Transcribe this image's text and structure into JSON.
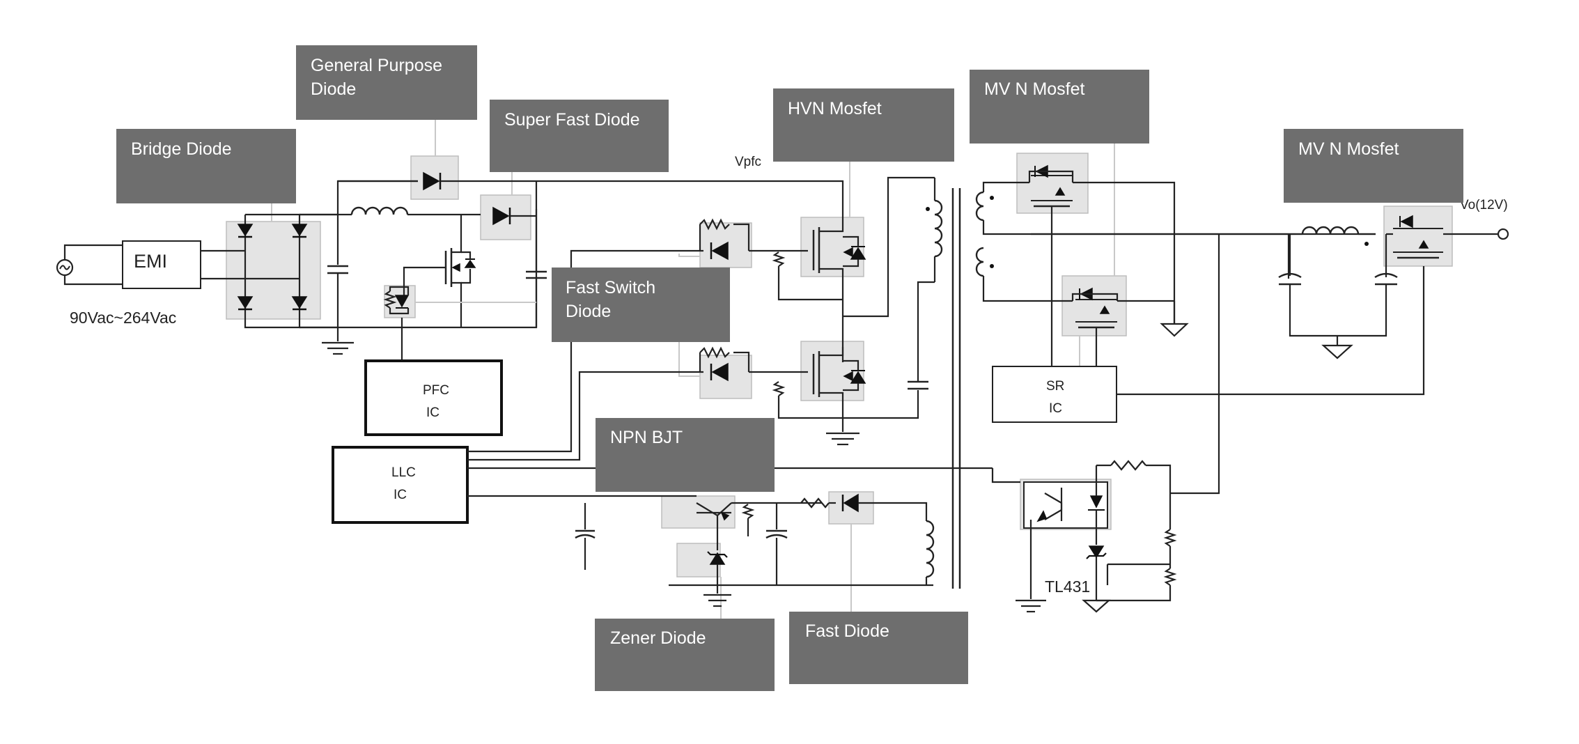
{
  "labels": {
    "general_purpose_diode_line1": "General Purpose",
    "general_purpose_diode_line2": "Diode",
    "super_fast_diode": "Super Fast Diode",
    "bridge_diode": "Bridge Diode",
    "hvn_mosfet": "HVN Mosfet",
    "mv_n_mosfet_top": "MV N Mosfet",
    "mv_n_mosfet_right": "MV N Mosfet",
    "fast_switch_diode_line1": "Fast Switch",
    "fast_switch_diode_line2": "Diode",
    "npn_bjt": "NPN BJT",
    "zener_diode": "Zener Diode",
    "fast_diode": "Fast Diode"
  },
  "blocks": {
    "emi": "EMI",
    "pfc_line1": "PFC",
    "pfc_line2": "IC",
    "llc_line1": "LLC",
    "llc_line2": "IC",
    "sr_line1": "SR",
    "sr_line2": "IC"
  },
  "nets": {
    "vpfc": "Vpfc",
    "vo": "Vo(12V)",
    "input": "90Vac~264Vac",
    "tl431": "TL431"
  },
  "colors": {
    "label_box": "#6e6e6e",
    "highlight": "#e4e4e4",
    "wire": "#222222"
  }
}
